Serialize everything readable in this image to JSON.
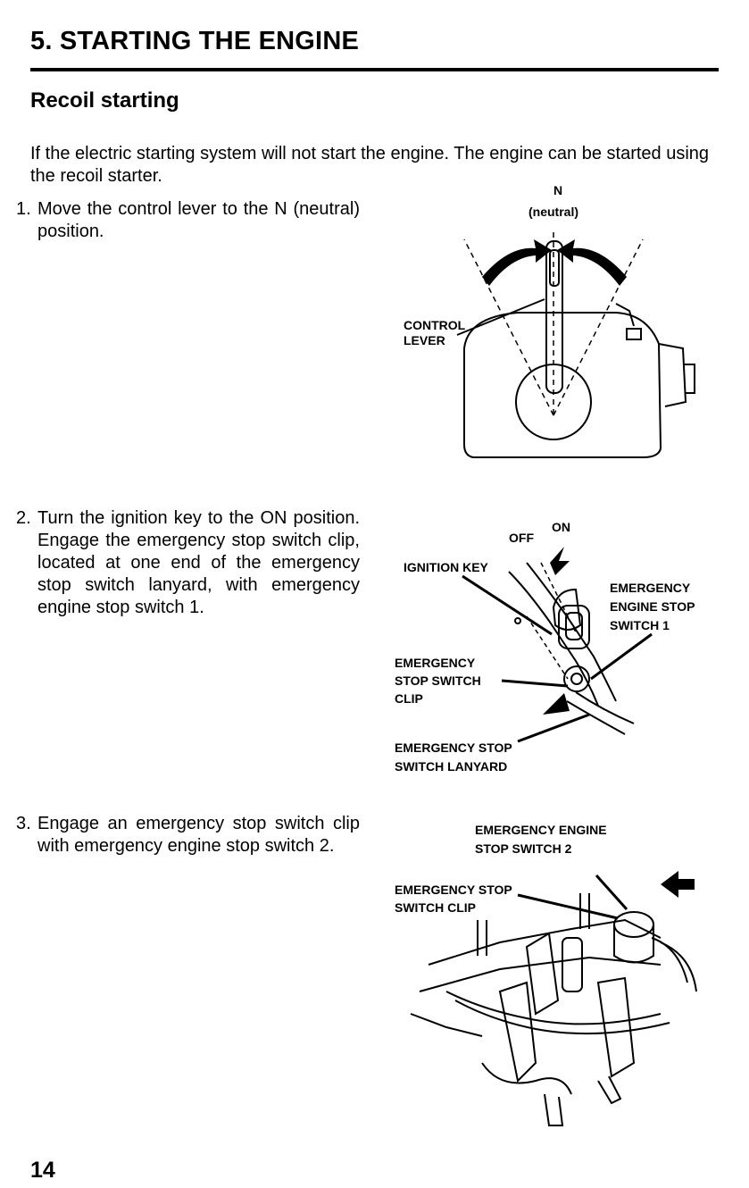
{
  "header": {
    "chapter_title": "5. STARTING THE ENGINE",
    "section_title": "Recoil starting"
  },
  "intro": "If the electric starting system will not start the engine. The engine can be started using the recoil starter.",
  "steps": [
    {
      "number": "1.",
      "text": "Move the control lever to the N (neutral) position."
    },
    {
      "number": "2.",
      "text": "Turn the ignition key to the ON position. Engage the emergency stop switch clip, located at one end of the emergency stop switch lanyard, with emergency engine stop switch 1."
    },
    {
      "number": "3.",
      "text": "Engage an emergency stop switch clip with emergency engine stop switch 2."
    }
  ],
  "figure1": {
    "n_label": "N",
    "neutral_label": "(neutral)",
    "control_lever_label_1": "CONTROL",
    "control_lever_label_2": "LEVER"
  },
  "figure2": {
    "on_label": "ON",
    "off_label": "OFF",
    "ignition_key_label": "IGNITION KEY",
    "ees1_label_1": "EMERGENCY",
    "ees1_label_2": "ENGINE STOP",
    "ees1_label_3": "SWITCH 1",
    "clip_label_1": "EMERGENCY",
    "clip_label_2": "STOP SWITCH",
    "clip_label_3": "CLIP",
    "lanyard_label_1": "EMERGENCY STOP",
    "lanyard_label_2": "SWITCH LANYARD"
  },
  "figure3": {
    "ees2_label_1": "EMERGENCY ENGINE",
    "ees2_label_2": "STOP SWITCH 2",
    "clip_label_1": "EMERGENCY STOP",
    "clip_label_2": "SWITCH CLIP"
  },
  "footer": {
    "page_number": "14"
  }
}
